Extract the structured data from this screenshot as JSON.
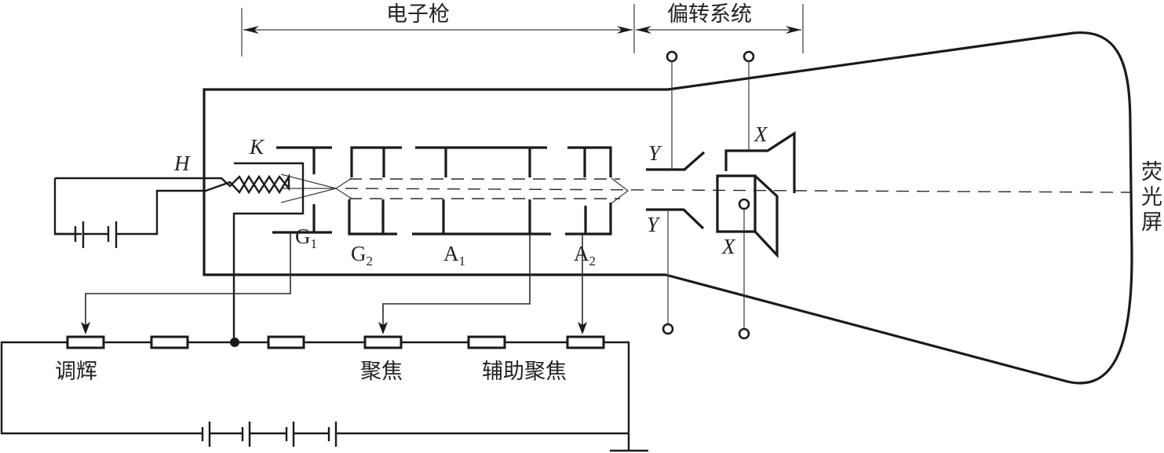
{
  "title": "示波管结构示意图",
  "sections": {
    "electron_gun": "电子枪",
    "deflection_system": "偏转系统"
  },
  "screen_label": "荧光屏",
  "electrodes": {
    "heater": "H",
    "cathode": "K",
    "grid1": {
      "main": "G",
      "sub": "1"
    },
    "grid2": {
      "main": "G",
      "sub": "2"
    },
    "anode1": {
      "main": "A",
      "sub": "1"
    },
    "anode2": {
      "main": "A",
      "sub": "2"
    }
  },
  "deflection_plates": {
    "y_top": "Y",
    "y_bottom": "Y",
    "x_top": "X",
    "x_bottom": "X"
  },
  "controls": {
    "brightness": "调辉",
    "focus": "聚焦",
    "aux_focus": "辅助聚焦"
  },
  "colors": {
    "line": "#1a1a1a",
    "background": "#ffffff"
  }
}
